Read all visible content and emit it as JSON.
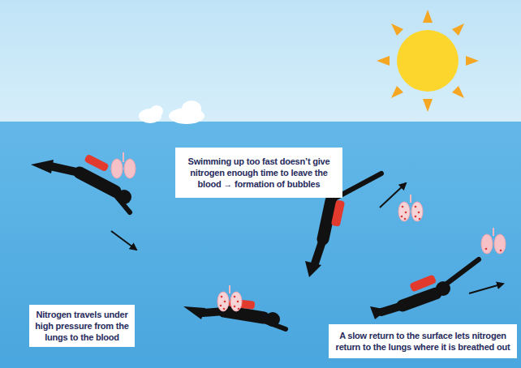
{
  "diagram": {
    "nodes": [
      {
        "text": [
          "Swimming up too fast doesn’t give nitrogen enough time to leave the blood → formation of bubbles"
        ]
      },
      {
        "text": [
          "Nitrogen travels under high pressure from the lungs to the blood"
        ]
      },
      {
        "text": [
          "A slow return to the surface lets nitrogen return to the lungs where it is breathed out"
        ]
      }
    ]
  }
}
